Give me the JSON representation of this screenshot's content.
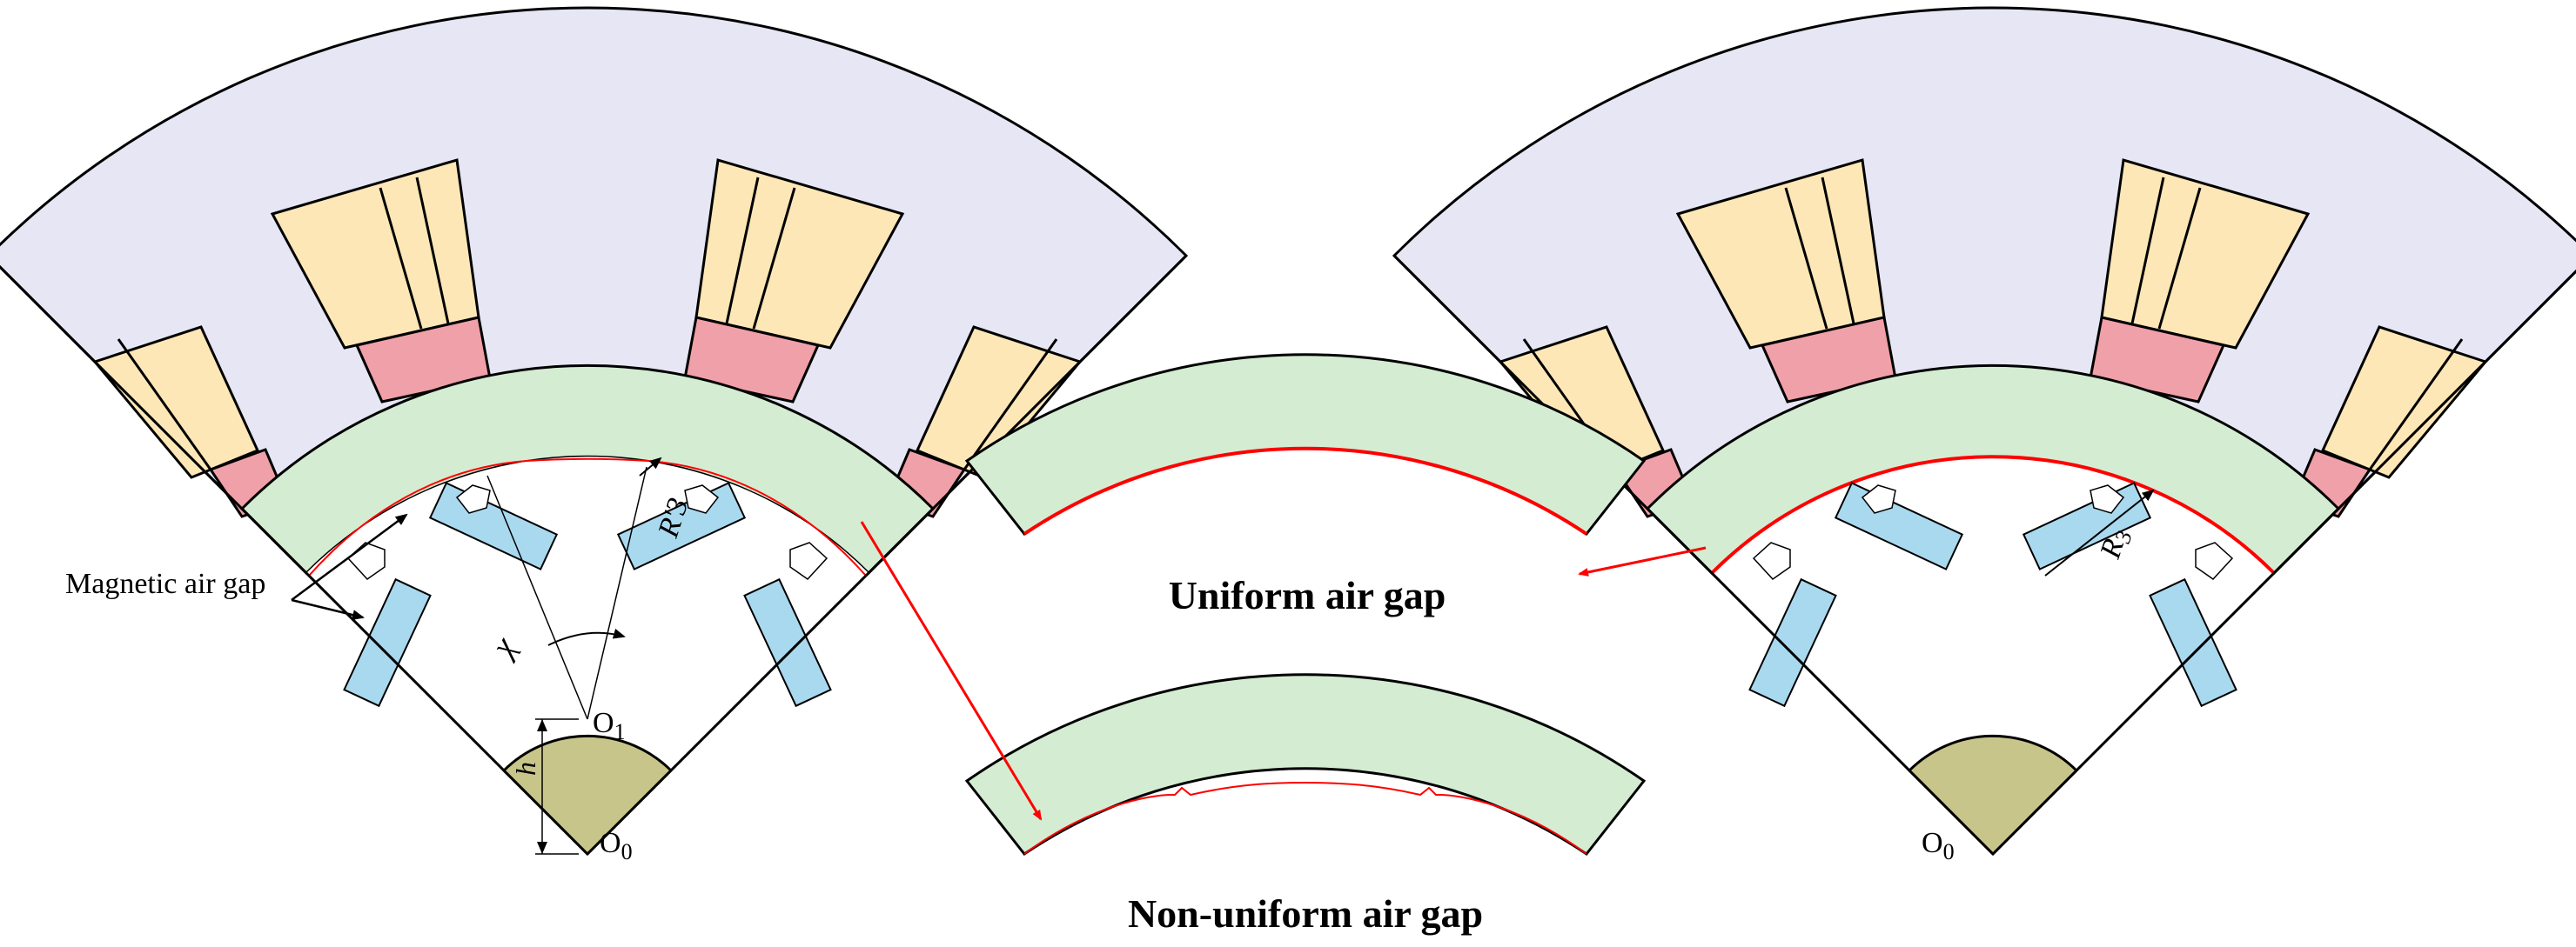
{
  "labels": {
    "magnetic_air_gap": "Magnetic air gap",
    "uniform_air_gap": "Uniform air gap",
    "non_uniform_air_gap": "Non-uniform air gap",
    "o0_main": "O",
    "o0_sub": "0",
    "o1_main": "O",
    "o1_sub": "1",
    "r3_prime": "R'3",
    "r3_main": "R",
    "r3_sub": "3",
    "h": "h",
    "chi": "χ"
  },
  "colors": {
    "stator_core": "#e6e6f4",
    "winding": "#fde7b7",
    "tooth": "#f0a0a8",
    "rotor_core": "#d4ecd2",
    "magnet": "#a9d9ef",
    "shaft": "#c8c58a",
    "air_gap_line": "#ff0000",
    "outline": "#000000",
    "centerline": "#555555"
  },
  "parts": {
    "sector_angle_deg": 90,
    "slots_shown": 4,
    "magnet_poles_shown": 2,
    "insets": [
      "uniform",
      "non-uniform"
    ]
  }
}
